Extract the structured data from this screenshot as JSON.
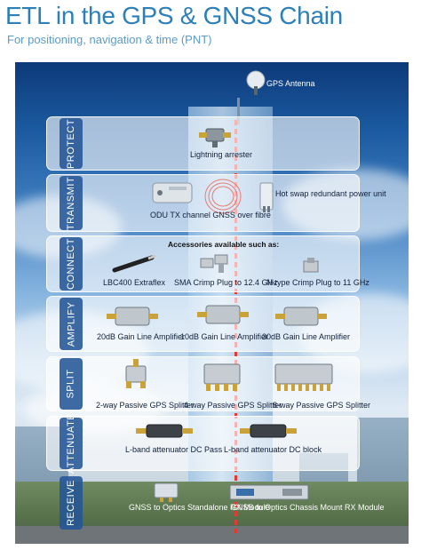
{
  "header": {
    "title": "ETL in the GPS & GNSS Chain",
    "subtitle": "For positioning, navigation & time (PNT)"
  },
  "colors": {
    "title": "#2d7fb8",
    "tab": "#235596",
    "signal_path": "#e53a32"
  },
  "antenna": {
    "label": "GPS Antenna",
    "icon": "gps-antenna-icon"
  },
  "stages": [
    {
      "tab": "PROTECT",
      "items": [
        {
          "label": "Lightning arrester",
          "icon": "lightning-arrester-icon"
        }
      ]
    },
    {
      "tab": "TRANSMIT",
      "items": [
        {
          "label": "ODU TX channel GNSS over fibre",
          "icon": "odu-tx-icon"
        },
        {
          "label": "Hot swap redundant power unit",
          "icon": "power-unit-icon"
        }
      ]
    },
    {
      "tab": "CONNECT",
      "heading": "Accessories available such as:",
      "items": [
        {
          "label": "LBC400 Extraflex",
          "icon": "cable-icon"
        },
        {
          "label": "SMA Crimp Plug to 12.4 GHz",
          "icon": "sma-plug-icon"
        },
        {
          "label": "N-type Crimp Plug to 11 GHz",
          "icon": "n-type-plug-icon"
        }
      ]
    },
    {
      "tab": "AMPLIFY",
      "items": [
        {
          "label": "20dB Gain Line Amplifier",
          "icon": "amplifier-icon"
        },
        {
          "label": "10dB Gain Line Amplifier",
          "icon": "amplifier-icon"
        },
        {
          "label": "30dB Gain Line Amplifier",
          "icon": "amplifier-icon"
        }
      ]
    },
    {
      "tab": "SPLIT",
      "items": [
        {
          "label": "2-way Passive GPS Splitter",
          "icon": "splitter-2way-icon"
        },
        {
          "label": "4-way Passive GPS Splitter",
          "icon": "splitter-4way-icon"
        },
        {
          "label": "8-way Passive GPS Splitter",
          "icon": "splitter-8way-icon"
        }
      ]
    },
    {
      "tab": "ATTENUATE",
      "items": [
        {
          "label": "L-band attenuator  DC Pass",
          "icon": "attenuator-icon"
        },
        {
          "label": "L-band attenuator  DC block",
          "icon": "attenuator-icon"
        }
      ]
    },
    {
      "tab": "RECEIVE",
      "items": [
        {
          "label": "GNSS to Optics Standalone RX Module",
          "icon": "rx-module-icon"
        },
        {
          "label": "GNSS to Optics Chassis Mount RX Module",
          "icon": "chassis-rx-icon"
        }
      ]
    }
  ]
}
